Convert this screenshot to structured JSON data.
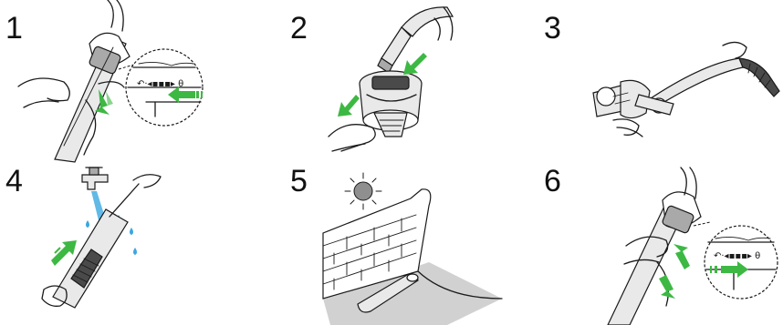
{
  "colors": {
    "arrow_green": "#3db843",
    "water_blue": "#3aa7e0",
    "shadow_gray": "#bdbdbd",
    "sun_gray": "#8f8f8f"
  },
  "steps": [
    {
      "number": "1",
      "icons": [
        "hand-icon",
        "vacuum-handle-icon",
        "unlock-symbol-icon",
        "green-arrow-icon",
        "zoom-magnifier-icon"
      ]
    },
    {
      "number": "2",
      "icons": [
        "hand-icon",
        "hose-icon",
        "filter-housing-icon",
        "green-arrow-icon"
      ]
    },
    {
      "number": "3",
      "icons": [
        "hand-icon",
        "hose-icon",
        "brush-nozzle-icon"
      ]
    },
    {
      "number": "4",
      "icons": [
        "water-tap-icon",
        "water-drops-icon",
        "cleaning-brush-icon",
        "green-arrow-icon",
        "hand-icon"
      ]
    },
    {
      "number": "5",
      "icons": [
        "sun-icon",
        "brick-wall-icon",
        "drying-part-icon",
        "shadow-icon"
      ]
    },
    {
      "number": "6",
      "icons": [
        "hand-icon",
        "vacuum-handle-icon",
        "lock-symbol-icon",
        "green-arrow-icon",
        "zoom-magnifier-icon"
      ]
    }
  ]
}
